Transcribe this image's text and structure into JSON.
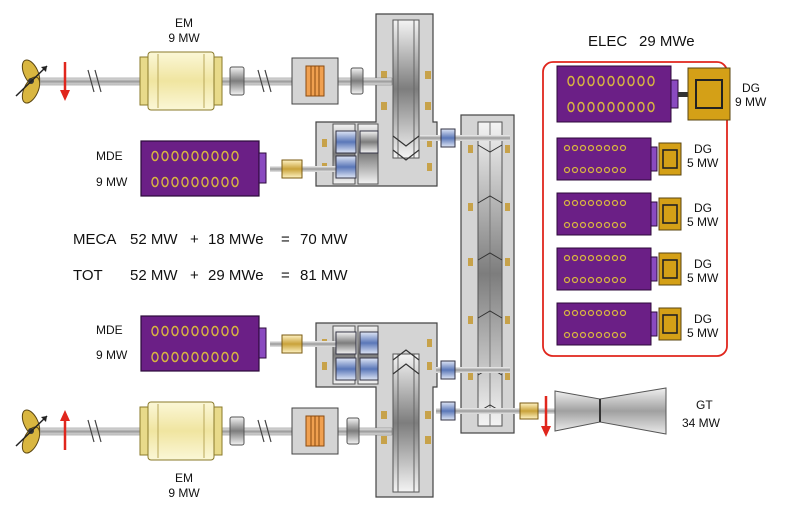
{
  "em_top": {
    "name": "EM",
    "power": "9 MW"
  },
  "em_bottom": {
    "name": "EM",
    "power": "9 MW"
  },
  "mde_top": {
    "name": "MDE",
    "power": "9 MW"
  },
  "mde_bottom": {
    "name": "MDE",
    "power": "9 MW"
  },
  "elec": {
    "title": "ELEC",
    "power": "29 MWe"
  },
  "dg_units": [
    {
      "name": "DG",
      "power": "9 MW"
    },
    {
      "name": "DG",
      "power": "5 MW"
    },
    {
      "name": "DG",
      "power": "5 MW"
    },
    {
      "name": "DG",
      "power": "5 MW"
    },
    {
      "name": "DG",
      "power": "5 MW"
    }
  ],
  "gt": {
    "name": "GT",
    "power": "34 MW"
  },
  "summary": {
    "meca": {
      "label": "MECA",
      "a": "52 MW",
      "plus": "+",
      "b": "18 MWe",
      "eq": "=",
      "total": "70 MW"
    },
    "tot": {
      "label": "TOT",
      "a": "52 MW",
      "plus": "+",
      "b": "29 MWe",
      "eq": "=",
      "total": "81 MW"
    }
  },
  "colors": {
    "engine": "#6b1f86",
    "gearbox": "#d4d4d4",
    "motor": "#f6efb5",
    "generator": "#d4a017",
    "arrow": "#e0261d",
    "frame": "#e0261d"
  }
}
